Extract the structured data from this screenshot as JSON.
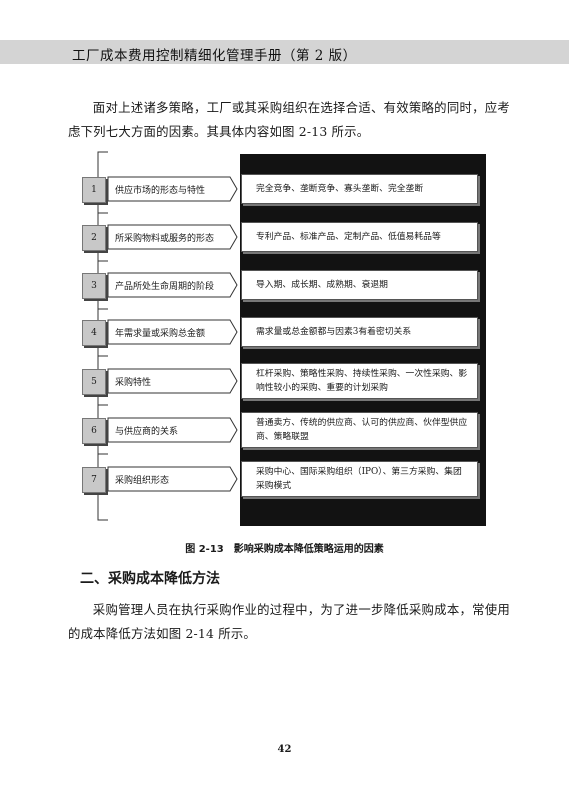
{
  "header": {
    "title": "工厂成本费用控制精细化管理手册（第 2 版）"
  },
  "intro_paragraph": "面对上述诸多策略，工厂或其采购组织在选择合适、有效策略的同时，应考虑下列七大方面的因素。其具体内容如图 2-13 所示。",
  "figure": {
    "caption": "图 2-13　影响采购成本降低策略运用的因素",
    "rows": [
      {
        "number": "1",
        "factor": "供应市场的形态与特性",
        "effect": "完全竞争、垄断竞争、寡头垄断、完全垄断"
      },
      {
        "number": "2",
        "factor": "所采购物料或服务的形态",
        "effect": "专利产品、标准产品、定制产品、低值易耗品等"
      },
      {
        "number": "3",
        "factor": "产品所处生命周期的阶段",
        "effect": "导入期、成长期、成熟期、衰退期"
      },
      {
        "number": "4",
        "factor": "年需求量或采购总金额",
        "effect": "需求量或总金额都与因素3有着密切关系"
      },
      {
        "number": "5",
        "factor": "采购特性",
        "effect": "杠杆采购、策略性采购、持续性采购、一次性采购、影响性较小的采购、重要的计划采购"
      },
      {
        "number": "6",
        "factor": "与供应商的关系",
        "effect": "普通卖方、传统的供应商、认可的供应商、伙伴型供应商、策略联盟"
      },
      {
        "number": "7",
        "factor": "采购组织形态",
        "effect": "采购中心、国际采购组织（IPO）、第三方采购、集团采购模式"
      }
    ]
  },
  "section": {
    "title": "二、采购成本降低方法"
  },
  "body_paragraph": "采购管理人员在执行采购作业的过程中，为了进一步降低采购成本，常使用的成本降低方法如图 2-14 所示。",
  "page_number": "42"
}
